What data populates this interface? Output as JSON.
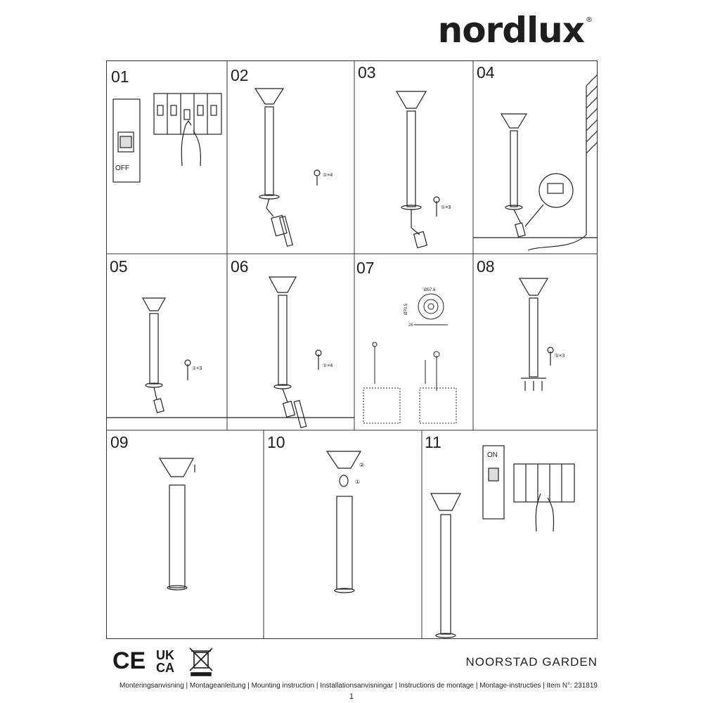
{
  "brand": {
    "name": "nordlux",
    "registered": "®"
  },
  "steps": [
    "01",
    "02",
    "03",
    "04",
    "05",
    "06",
    "07",
    "08",
    "09",
    "10",
    "11"
  ],
  "step01": {
    "switch_label": "OFF"
  },
  "step11": {
    "switch_label": "ON"
  },
  "step02": {
    "quantity_label": "①×4"
  },
  "step03": {
    "quantity_label": "①×3"
  },
  "step05": {
    "quantity_label": "①×3"
  },
  "step06": {
    "quantity_label": "①×4"
  },
  "step08": {
    "quantity_label": "①×3"
  },
  "step10": {
    "callout_1": "①",
    "callout_2": "②"
  },
  "step07": {
    "dim_width": "Ø57.6",
    "dim_height": "Ø70.5",
    "dim_side": "26"
  },
  "certifications": [
    "CE",
    "UK CA",
    "WEEE"
  ],
  "product_name": "NOORSTAD GARDEN",
  "footer_text": "Monteringsanvisning | Montageanleitung | Mounting instruction | Installationsanvisningar | Instructions de montage | Montage-instructies | Item N°: 231819",
  "page_number": "1"
}
